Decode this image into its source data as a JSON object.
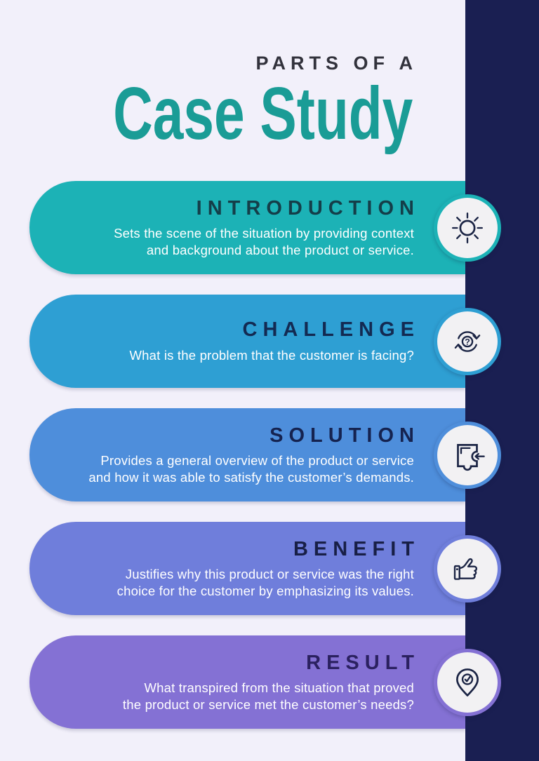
{
  "poster": {
    "title": {
      "eyebrow": "PARTS OF A",
      "main": "Case Study"
    },
    "colors": {
      "background": "#F2F0FA",
      "accent_bar": "#1A1F52",
      "title_eyebrow": "#32323C",
      "title_main": "#1A9C96",
      "body_text": "#FFFFFF",
      "icon_circle_fill": "#F2F1F3",
      "icon_glyph": "#1B2444"
    },
    "sections": [
      {
        "heading": "INTRODUCTION",
        "body": "Sets the scene of the situation by providing context\nand background about the product or service.",
        "pill_color": "#1CB2B6",
        "heading_color": "#143E49",
        "icon": "sun-icon"
      },
      {
        "heading": "CHALLENGE",
        "body": "What is the problem that the customer is facing?",
        "pill_color": "#2E9FD3",
        "heading_color": "#132A52",
        "icon": "cycle-question-icon"
      },
      {
        "heading": "SOLUTION",
        "body": "Provides a general overview of the product or service\nand how it was able to satisfy the customer’s demands.",
        "pill_color": "#4E8EDB",
        "heading_color": "#152350",
        "icon": "puzzle-arrow-icon"
      },
      {
        "heading": "BENEFIT",
        "body": "Justifies why this product or service was the right\nchoice for the customer by emphasizing its values.",
        "pill_color": "#6F7EDB",
        "heading_color": "#181F46",
        "icon": "thumbs-up-icon"
      },
      {
        "heading": "RESULT",
        "body": "What transpired from the situation that proved\nthe product or service met the customer’s needs?",
        "pill_color": "#8471D4",
        "heading_color": "#2B2160",
        "icon": "pin-check-icon"
      }
    ]
  }
}
